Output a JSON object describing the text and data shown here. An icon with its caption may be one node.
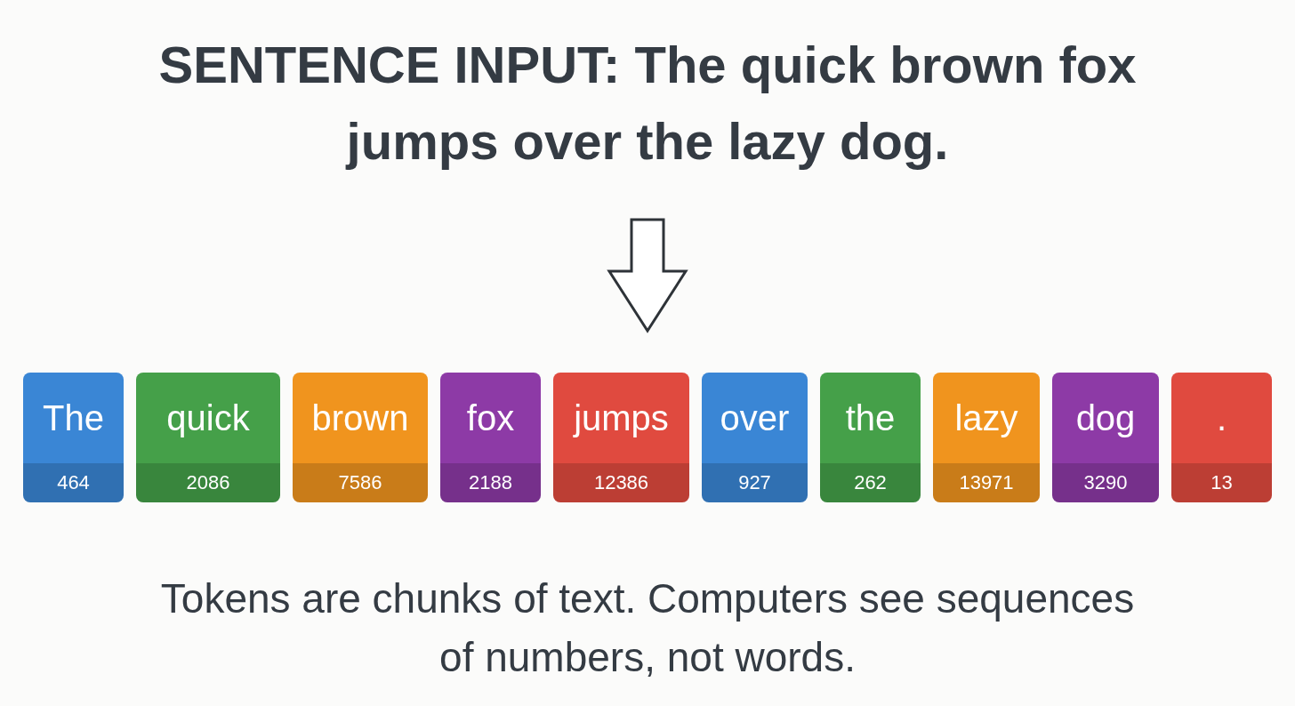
{
  "diagram": {
    "caption": "Tokens are chunks of text. Computers see sequences of numbers, not words.",
    "nodes": [
      {
        "text": [
          "SENTENCE INPUT: The quick brown fox jumps over the lazy dog."
        ]
      },
      {
        "text": [
          "The",
          "464"
        ]
      },
      {
        "text": [
          "quick",
          "2086"
        ]
      },
      {
        "text": [
          "brown",
          "7586"
        ]
      },
      {
        "text": [
          "fox",
          "2188"
        ]
      },
      {
        "text": [
          "jumps",
          "12386"
        ]
      },
      {
        "text": [
          "over",
          "927"
        ]
      },
      {
        "text": [
          "the",
          "262"
        ]
      },
      {
        "text": [
          "lazy",
          "13971"
        ]
      },
      {
        "text": [
          "dog",
          "3290"
        ]
      },
      {
        "text": [
          ".",
          "13"
        ]
      }
    ],
    "edges": [
      {
        "from": 0,
        "to": 5,
        "arrow": "to"
      }
    ]
  }
}
